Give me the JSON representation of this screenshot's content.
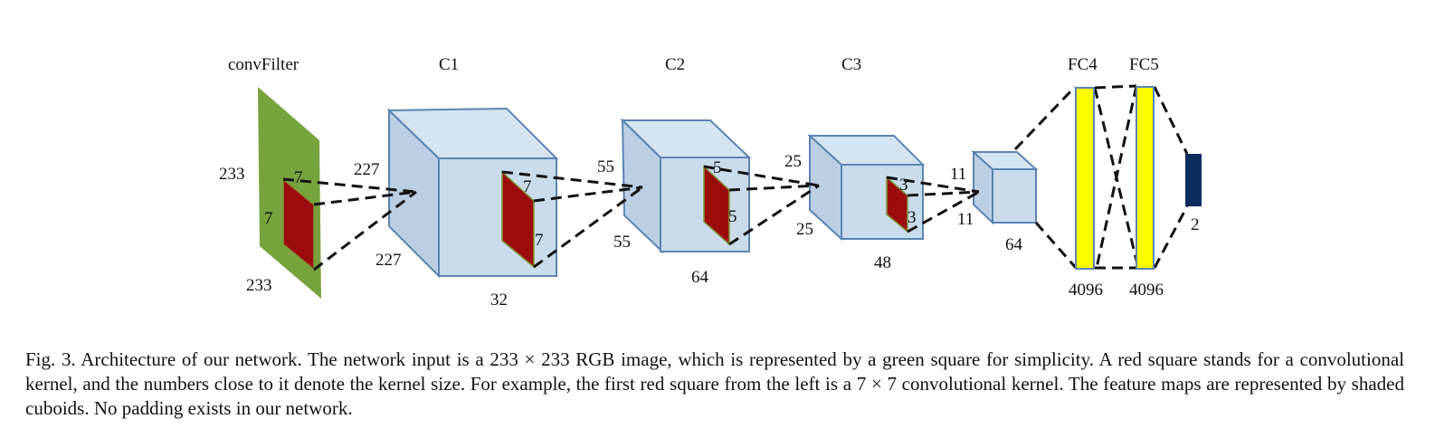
{
  "layers": {
    "conv_filter": {
      "title": "convFilter",
      "height_label": "233",
      "width_label": "233",
      "kernel_h": "7",
      "kernel_w": "7"
    },
    "c1": {
      "title": "C1",
      "height_label": "227",
      "width_label": "227",
      "depth_label": "32",
      "kernel_h": "7",
      "kernel_w": "7"
    },
    "c2": {
      "title": "C2",
      "height_label": "55",
      "width_label": "55",
      "depth_label": "64",
      "kernel_h": "5",
      "kernel_w": "5"
    },
    "c3": {
      "title": "C3",
      "height_label": "25",
      "width_label": "25",
      "depth_label": "48",
      "kernel_h": "3",
      "kernel_w": "3"
    },
    "c4_block": {
      "height_label": "11",
      "width_label": "11",
      "depth_label": "64"
    },
    "fc4": {
      "title": "FC4",
      "size_label": "4096"
    },
    "fc5": {
      "title": "FC5",
      "size_label": "4096"
    },
    "output": {
      "size_label": "2"
    }
  },
  "colors": {
    "input_plane": "#77a33f",
    "kernel": "#9b0d0d",
    "fc_bar": "#ffff00",
    "output_bar": "#0d2c5e"
  },
  "caption": "Fig. 3.  Architecture of our network. The network input is a 233 × 233 RGB image, which is represented by a green square for simplicity. A red square stands for a convolutional kernel, and the numbers close to it denote the kernel size. For example, the first red square from the left is a 7 × 7 convolutional kernel. The feature maps are represented by shaded cuboids. No padding exists in our network."
}
